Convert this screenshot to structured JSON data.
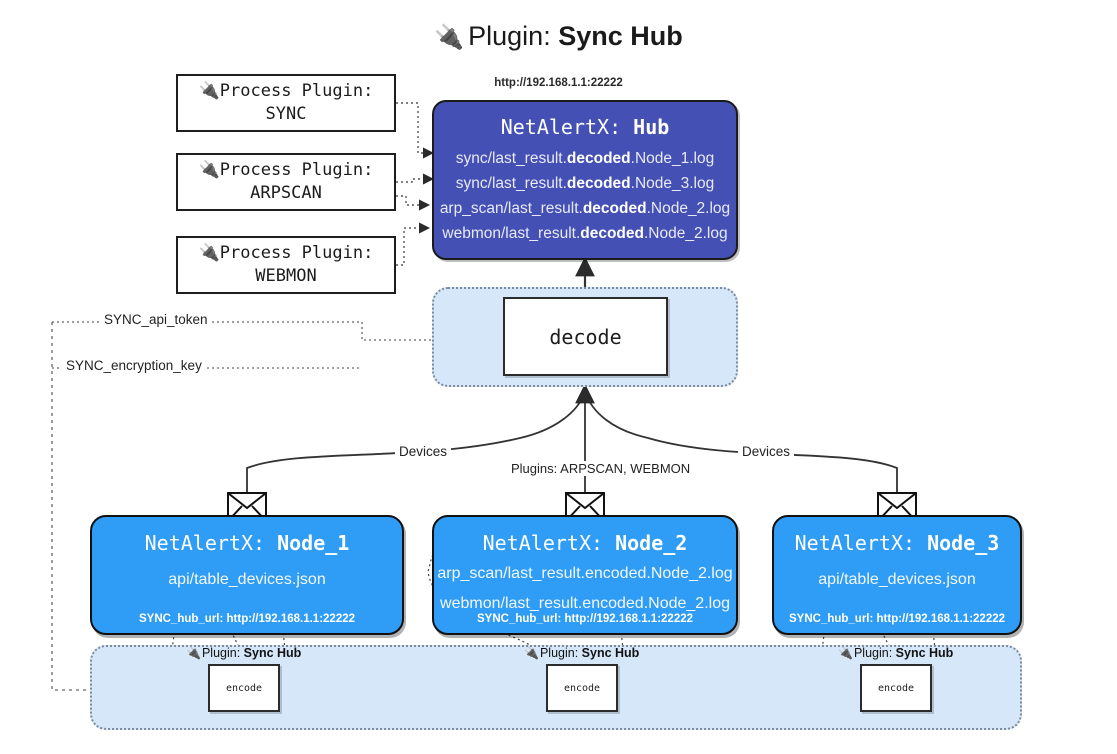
{
  "title": {
    "icon": "plug-icon",
    "prefix": "Plugin: ",
    "name": "Sync Hub",
    "glyph": "🔌"
  },
  "process_plugins": [
    {
      "line1": "🔌Process Plugin:",
      "line2": "SYNC"
    },
    {
      "line1": "🔌Process Plugin:",
      "line2": "ARPSCAN"
    },
    {
      "line1": "🔌Process Plugin:",
      "line2": "WEBMON"
    }
  ],
  "hub": {
    "url": "http://192.168.1.1:22222",
    "title_prefix": "NetAlertX: ",
    "title_name": "Hub",
    "logs": [
      {
        "pre": "sync/last_result.",
        "bold": "decoded",
        "post": ".Node_1.log"
      },
      {
        "pre": "sync/last_result.",
        "bold": "decoded",
        "post": ".Node_3.log"
      },
      {
        "pre": "arp_scan/last_result.",
        "bold": "decoded",
        "post": ".Node_2.log"
      },
      {
        "pre": "webmon/last_result.",
        "bold": "decoded",
        "post": ".Node_2.log"
      }
    ]
  },
  "decode": {
    "label": "decode"
  },
  "secrets": [
    {
      "label": "SYNC_api_token"
    },
    {
      "label": "SYNC_encryption_key"
    }
  ],
  "edge_labels": {
    "devices_left": "Devices",
    "devices_right": "Devices",
    "plugins_center": "Plugins: ARPSCAN, WEBMON"
  },
  "nodes": [
    {
      "title_prefix": "NetAlertX: ",
      "title_name": "Node_1",
      "lines": [
        "api/table_devices.json"
      ],
      "hub_url_label": "SYNC_hub_url: http://192.168.1.1:22222",
      "envelope_icon": "envelope-icon"
    },
    {
      "title_prefix": "NetAlertX: ",
      "title_name": "Node_2",
      "lines": [
        "arp_scan/last_result.encoded.Node_2.log",
        "webmon/last_result.encoded.Node_2.log"
      ],
      "hub_url_label": "SYNC_hub_url: http://192.168.1.1:22222",
      "envelope_icon": "envelope-icon"
    },
    {
      "title_prefix": "NetAlertX: ",
      "title_name": "Node_3",
      "lines": [
        "api/table_devices.json"
      ],
      "hub_url_label": "SYNC_hub_url: http://192.168.1.1:22222",
      "envelope_icon": "envelope-icon"
    }
  ],
  "encoders": [
    {
      "plugin_label_prefix": "Plugin: ",
      "plugin_label_name": "Sync Hub",
      "box_label": "encode",
      "glyph": "🔌"
    },
    {
      "plugin_label_prefix": "Plugin: ",
      "plugin_label_name": "Sync Hub",
      "box_label": "encode",
      "glyph": "🔌"
    },
    {
      "plugin_label_prefix": "Plugin: ",
      "plugin_label_name": "Sync Hub",
      "box_label": "encode",
      "glyph": "🔌"
    }
  ],
  "colors": {
    "hub_fill": "#4450b4",
    "node_fill": "#2f9cf6",
    "container_fill": "#d6e7f9",
    "stroke": "#1b1b1b"
  }
}
